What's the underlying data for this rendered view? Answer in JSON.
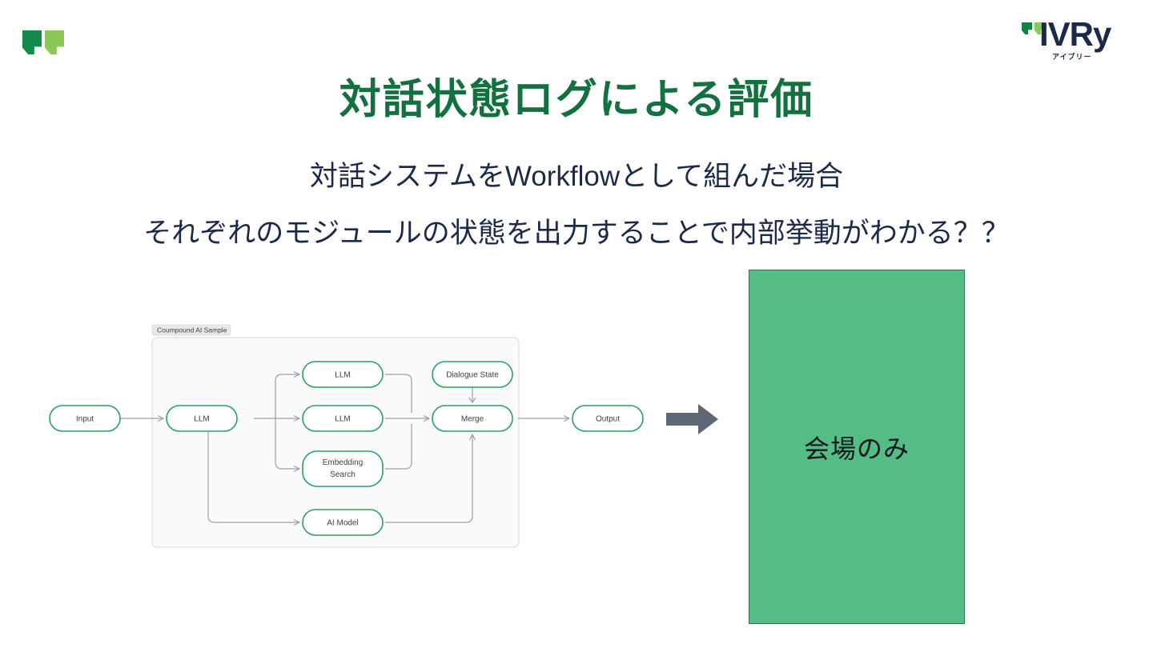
{
  "brand": {
    "mark_name": "ivry-flag-mark",
    "logo_wordmark": "IVRy",
    "logo_subword": "アイブリー",
    "colors": {
      "dark_green": "#128a4a",
      "light_green": "#8bc857",
      "navy": "#1b2a49"
    }
  },
  "slide": {
    "title": "対話状態ログによる評価",
    "title_color": "#13703f",
    "subtitle_1": "対話システムをWorkflowとして組んだ場合",
    "subtitle_2": "それぞれのモジュールの状態を出力することで内部挙動がわかる？？"
  },
  "diagram": {
    "group_label": "Coumpound AI Sample",
    "node_border_color": "#25a35d",
    "edge_color": "#9aa0a6",
    "nodes": {
      "input": "Input",
      "router_llm": "LLM",
      "llm_top": "LLM",
      "llm_mid": "LLM",
      "embedding_search_line1": "Embedding",
      "embedding_search_line2": "Search",
      "ai_model": "AI Model",
      "dialogue_state": "Dialogue State",
      "merge": "Merge",
      "output": "Output"
    }
  },
  "transition": {
    "arrow_name": "right-arrow",
    "arrow_color": "#5f6874"
  },
  "venue": {
    "label": "会場のみ",
    "background_color": "#54bd85",
    "border_color": "#1f7a4d"
  }
}
